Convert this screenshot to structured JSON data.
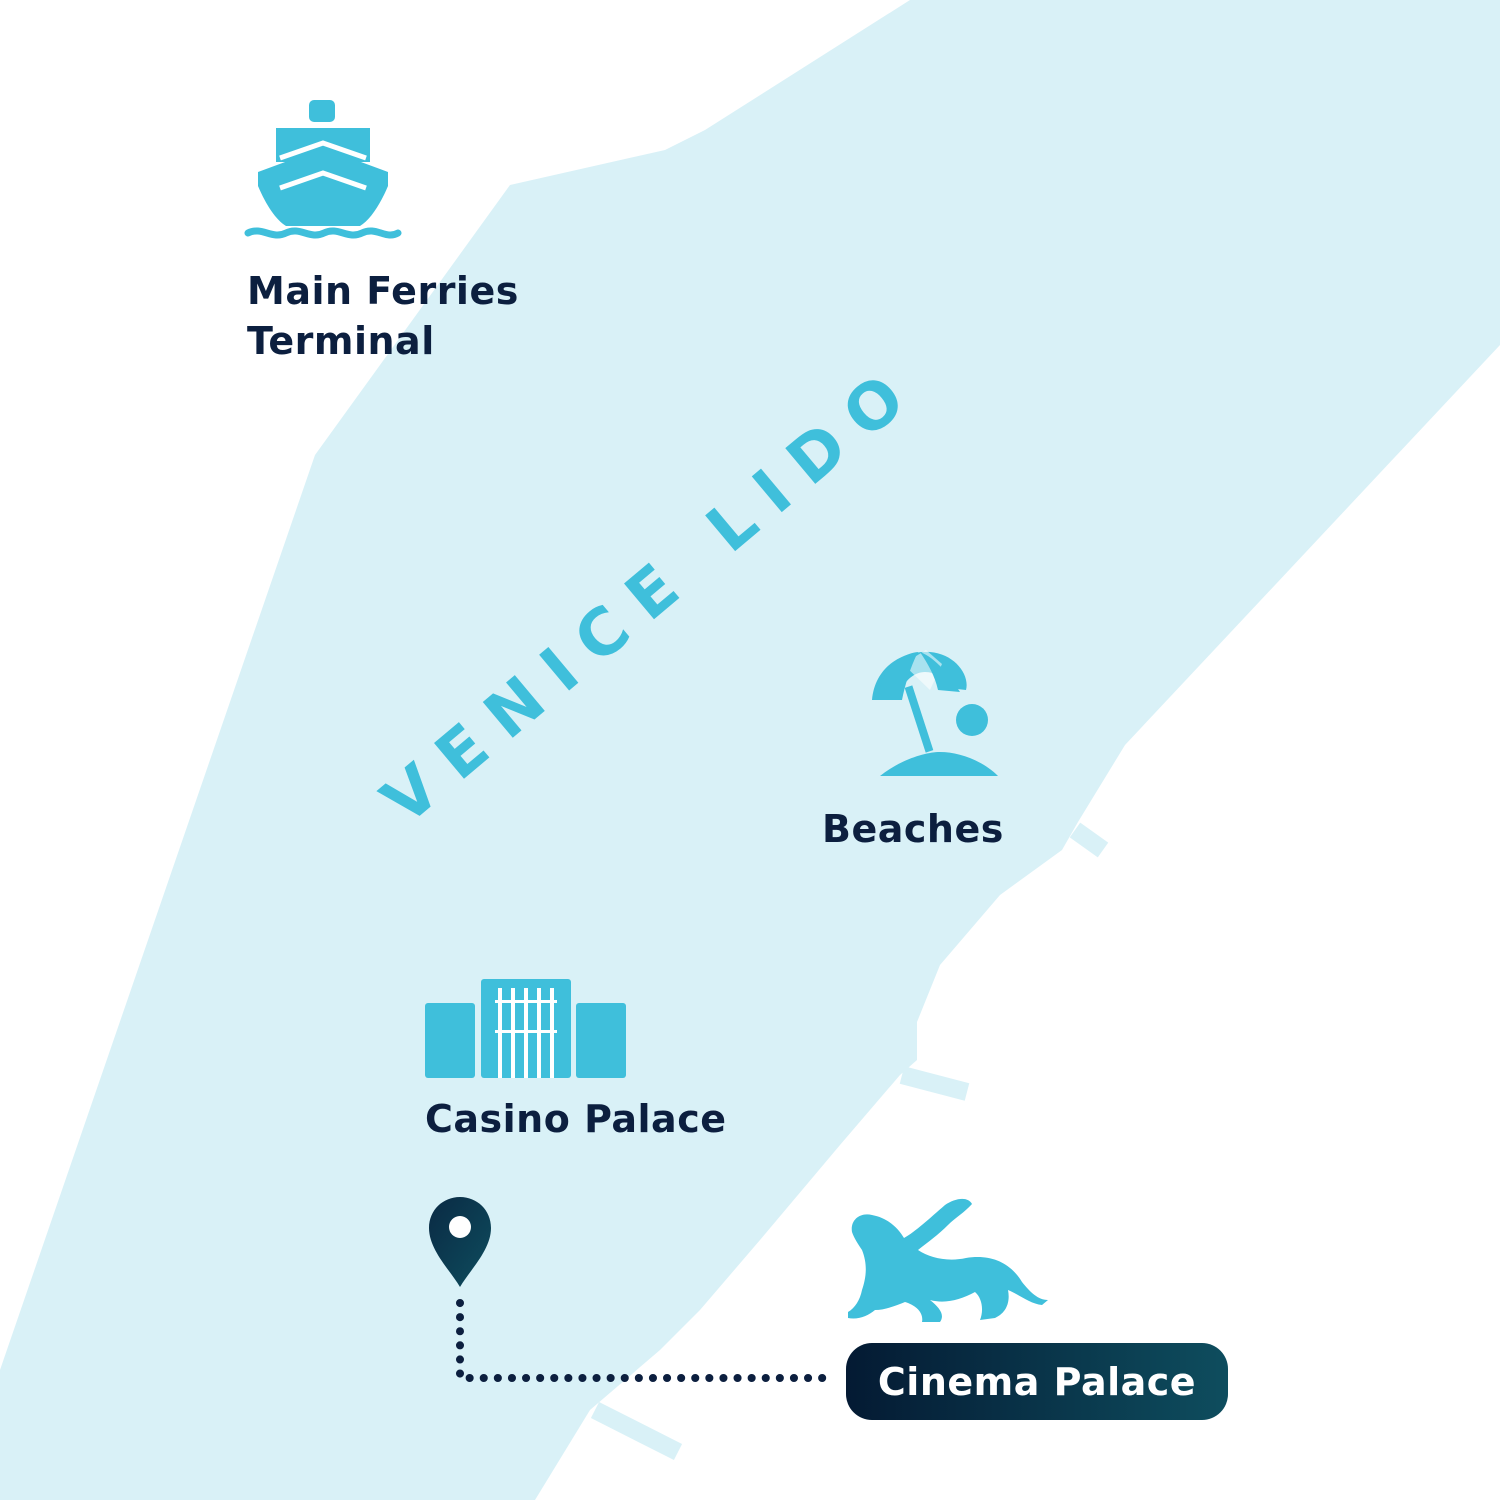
{
  "map": {
    "area_label": "VENICE LIDO",
    "colors": {
      "land": "#d9f1f7",
      "icon": "#3fbfdb",
      "text_dark": "#0c1f3f",
      "text_teal": "#0e4d5e",
      "badge_start": "#041a33",
      "badge_end": "#0e4d5e",
      "background": "#ffffff"
    },
    "pois": [
      {
        "id": "ferries",
        "icon": "ship-icon",
        "label_line1": "Main Ferries",
        "label_line2": "Terminal"
      },
      {
        "id": "beaches",
        "icon": "beach-umbrella-icon",
        "label": "Beaches"
      },
      {
        "id": "casino",
        "icon": "building-icon",
        "label": "Casino Palace"
      },
      {
        "id": "cinema",
        "icon": "winged-lion-icon",
        "label": "Cinema Palace",
        "highlighted": true
      }
    ],
    "marker": {
      "icon": "map-pin-icon",
      "route_style": "dotted"
    }
  }
}
